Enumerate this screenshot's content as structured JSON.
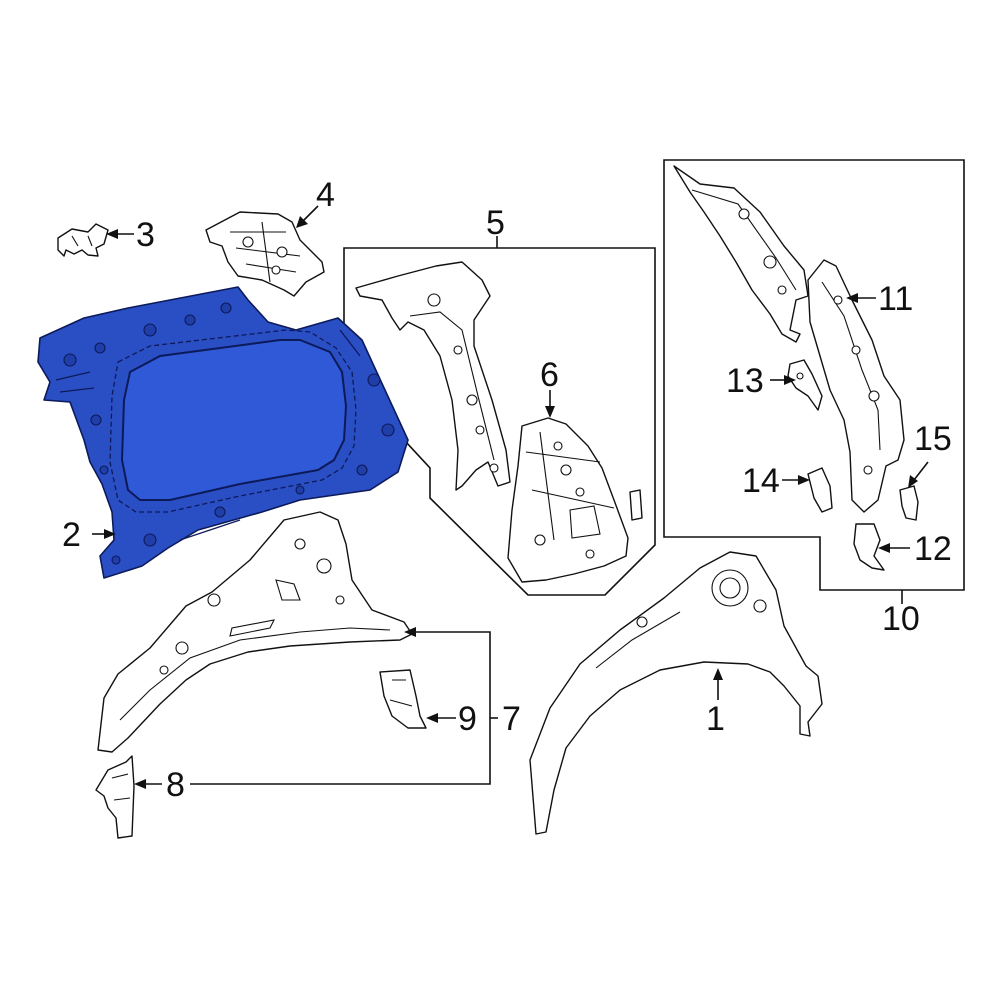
{
  "diagram": {
    "highlight_color": "#2a4fc4",
    "highlighted_part": "2",
    "callouts": [
      {
        "id": "c1",
        "text": "1"
      },
      {
        "id": "c2",
        "text": "2"
      },
      {
        "id": "c3",
        "text": "3"
      },
      {
        "id": "c4",
        "text": "4"
      },
      {
        "id": "c5",
        "text": "5"
      },
      {
        "id": "c6",
        "text": "6"
      },
      {
        "id": "c7",
        "text": "7"
      },
      {
        "id": "c8",
        "text": "8"
      },
      {
        "id": "c9",
        "text": "9"
      },
      {
        "id": "c10",
        "text": "10"
      },
      {
        "id": "c11",
        "text": "11"
      },
      {
        "id": "c12",
        "text": "12"
      },
      {
        "id": "c13",
        "text": "13"
      },
      {
        "id": "c14",
        "text": "14"
      },
      {
        "id": "c15",
        "text": "15"
      }
    ]
  }
}
